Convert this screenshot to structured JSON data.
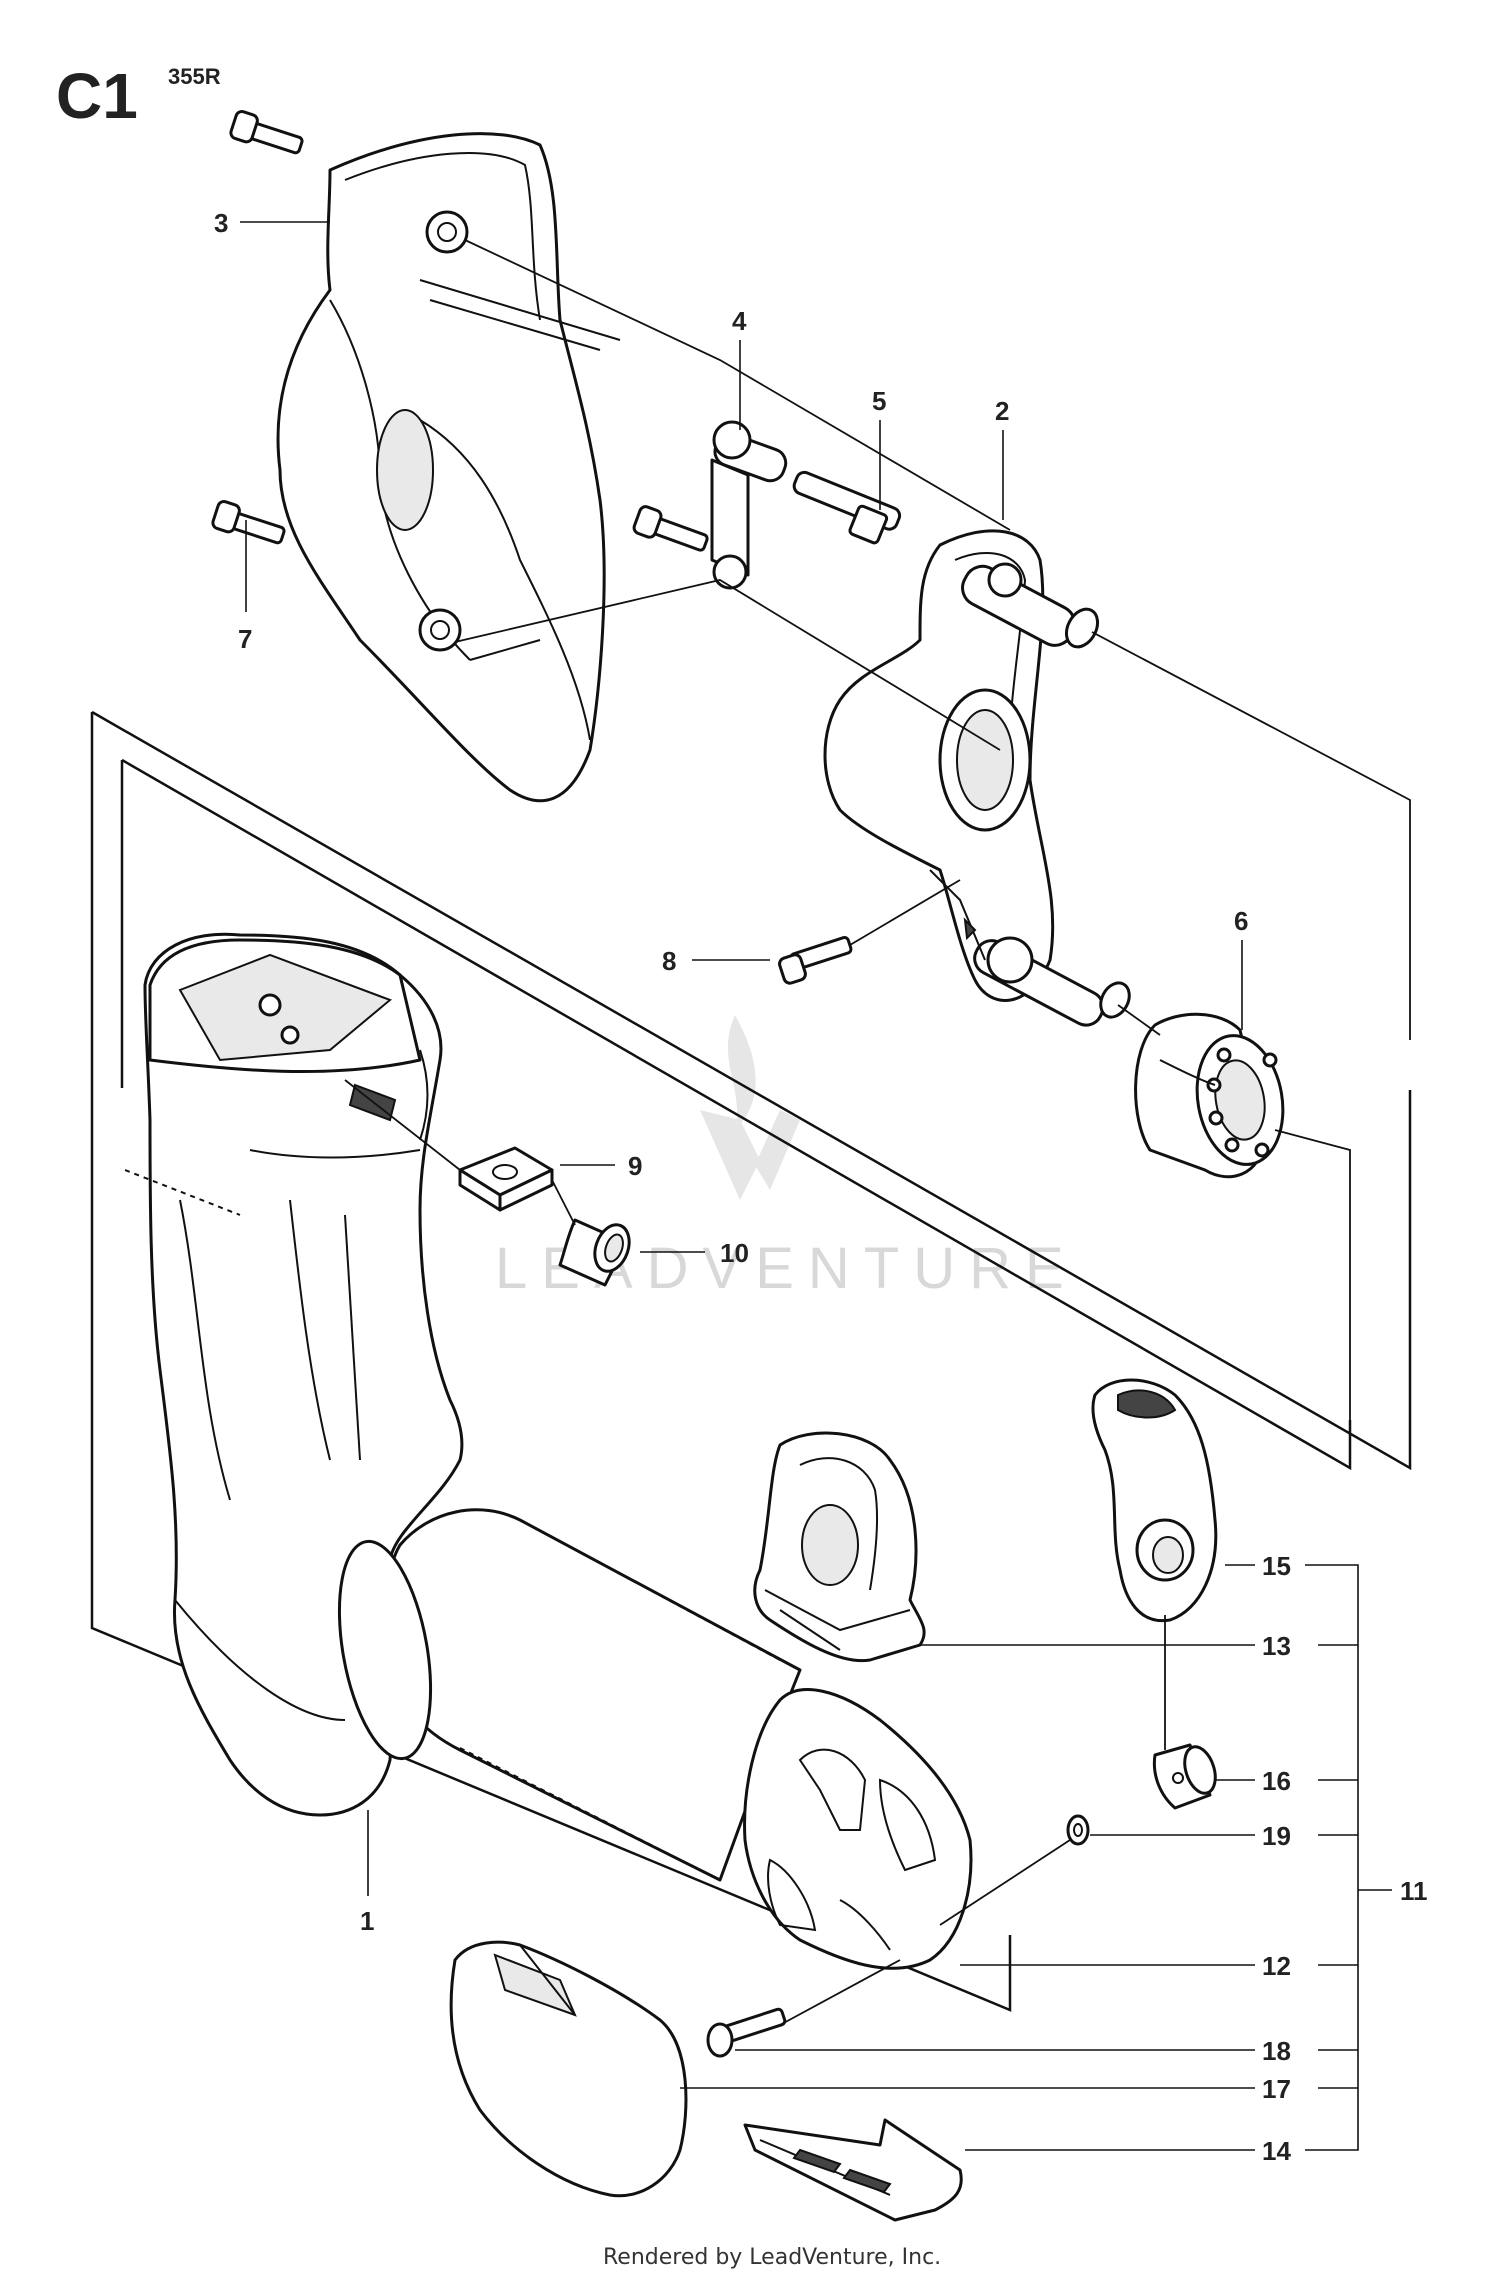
{
  "header": {
    "section": "C1",
    "model": "355R"
  },
  "watermark": {
    "text": "LEADVENTURE"
  },
  "footer": {
    "text": "Rendered by LeadVenture, Inc."
  },
  "callouts": [
    {
      "id": "3",
      "label": "3"
    },
    {
      "id": "7",
      "label": "7"
    },
    {
      "id": "4",
      "label": "4"
    },
    {
      "id": "5",
      "label": "5"
    },
    {
      "id": "2",
      "label": "2"
    },
    {
      "id": "6",
      "label": "6"
    },
    {
      "id": "8",
      "label": "8"
    },
    {
      "id": "9",
      "label": "9"
    },
    {
      "id": "10",
      "label": "10"
    },
    {
      "id": "1",
      "label": "1"
    },
    {
      "id": "15",
      "label": "15"
    },
    {
      "id": "13",
      "label": "13"
    },
    {
      "id": "16",
      "label": "16"
    },
    {
      "id": "19",
      "label": "19"
    },
    {
      "id": "11",
      "label": "11"
    },
    {
      "id": "12",
      "label": "12"
    },
    {
      "id": "18",
      "label": "18"
    },
    {
      "id": "17",
      "label": "17"
    },
    {
      "id": "14",
      "label": "14"
    }
  ]
}
